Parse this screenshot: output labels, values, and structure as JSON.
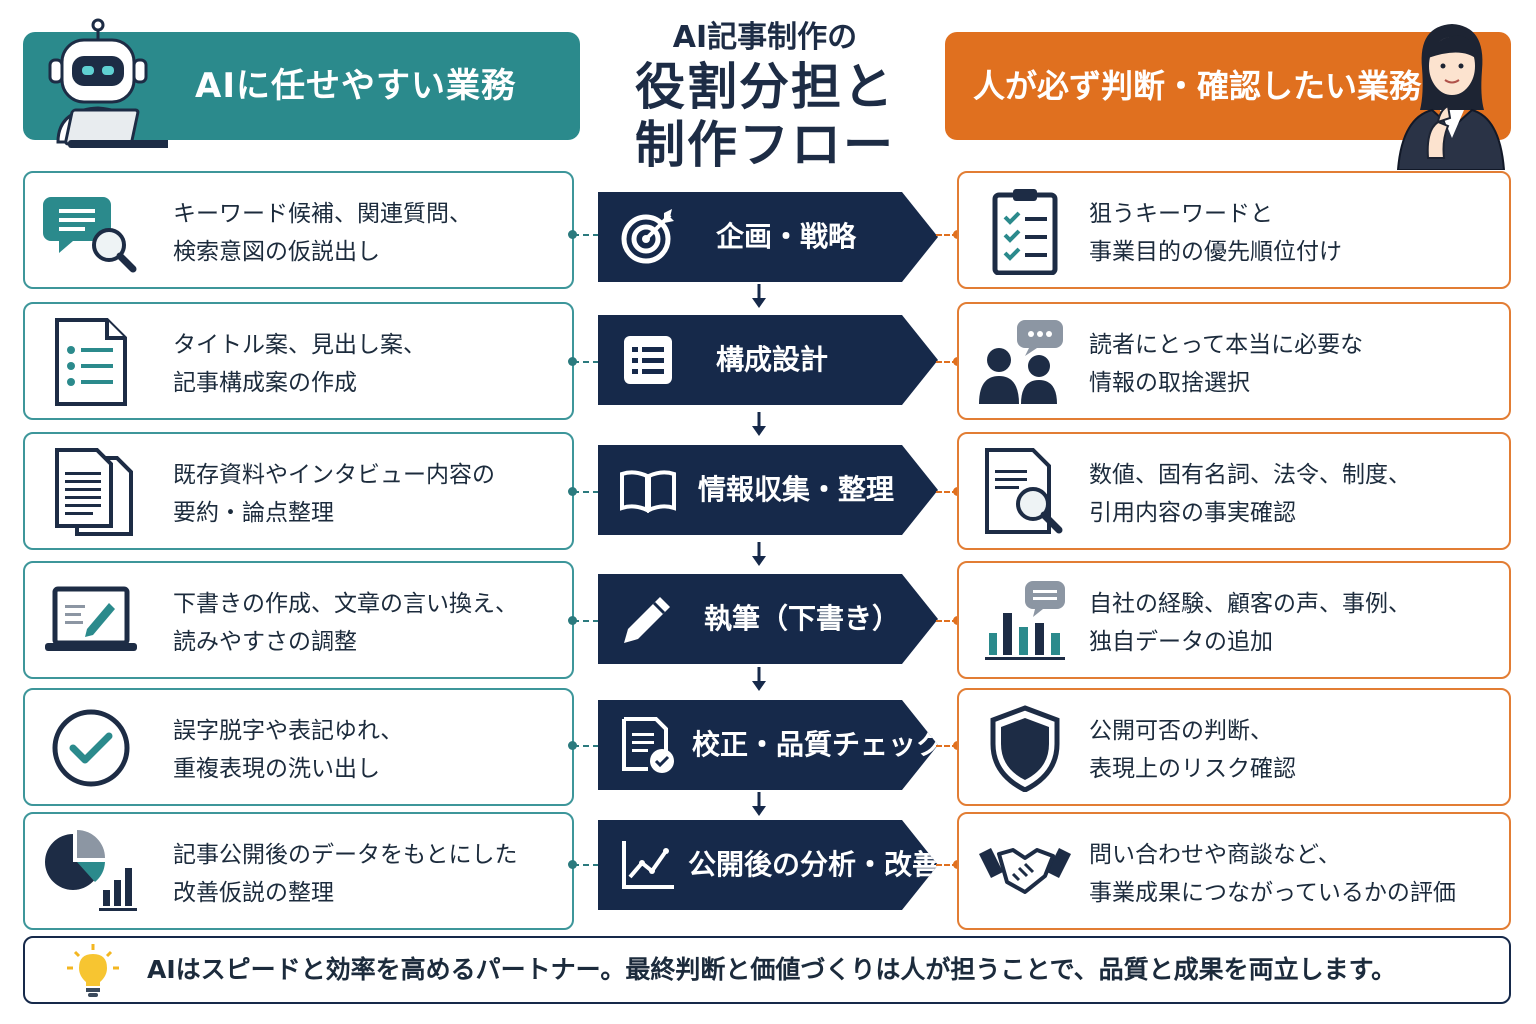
{
  "header": {
    "left_label": "AIに任せやすい業務",
    "right_label": "人が必ず判断・確認したい業務",
    "title_line1": "AI記事制作の",
    "title_line2": "役割分担と",
    "title_line3": "制作フロー"
  },
  "colors": {
    "teal": "#2b8a8c",
    "orange": "#e0701f",
    "navy": "#16294a"
  },
  "rows": [
    {
      "step": "企画・戦略",
      "step_icon": "target-icon",
      "ai_line1": "キーワード候補、関連質問、",
      "ai_line2": "検索意図の仮説出し",
      "ai_icon": "chat-search-icon",
      "human_line1": "狙うキーワードと",
      "human_line2": "事業目的の優先順位付け",
      "human_icon": "checklist-clipboard-icon"
    },
    {
      "step": "構成設計",
      "step_icon": "list-icon",
      "ai_line1": "タイトル案、見出し案、",
      "ai_line2": "記事構成案の作成",
      "ai_icon": "document-list-icon",
      "human_line1": "読者にとって本当に必要な",
      "human_line2": "情報の取捨選択",
      "human_icon": "people-chat-icon"
    },
    {
      "step": "情報収集・整理",
      "step_icon": "book-icon",
      "ai_line1": "既存資料やインタビュー内容の",
      "ai_line2": "要約・論点整理",
      "ai_icon": "documents-icon",
      "human_line1": "数値、固有名詞、法令、制度、",
      "human_line2": "引用内容の事実確認",
      "human_icon": "document-search-icon"
    },
    {
      "step": "執筆（下書き）",
      "step_icon": "pencil-icon",
      "ai_line1": "下書きの作成、文章の言い換え、",
      "ai_line2": "読みやすさの調整",
      "ai_icon": "laptop-pen-icon",
      "human_line1": "自社の経験、顧客の声、事例、",
      "human_line2": "独自データの追加",
      "human_icon": "bar-chart-chat-icon"
    },
    {
      "step": "校正・品質チェック",
      "step_icon": "document-check-icon",
      "ai_line1": "誤字脱字や表記ゆれ、",
      "ai_line2": "重複表現の洗い出し",
      "ai_icon": "check-circle-icon",
      "human_line1": "公開可否の判断、",
      "human_line2": "表現上のリスク確認",
      "human_icon": "shield-icon"
    },
    {
      "step": "公開後の分析・改善",
      "step_icon": "line-chart-icon",
      "ai_line1": "記事公開後のデータをもとにした",
      "ai_line2": "改善仮説の整理",
      "ai_icon": "pie-bar-chart-icon",
      "human_line1": "問い合わせや商談など、",
      "human_line2": "事業成果につながっているかの評価",
      "human_icon": "handshake-icon"
    }
  ],
  "footer": {
    "text": "AIはスピードと効率を高めるパートナー。最終判断と価値づくりは人が担うことで、品質と成果を両立します。",
    "icon": "lightbulb-icon"
  }
}
